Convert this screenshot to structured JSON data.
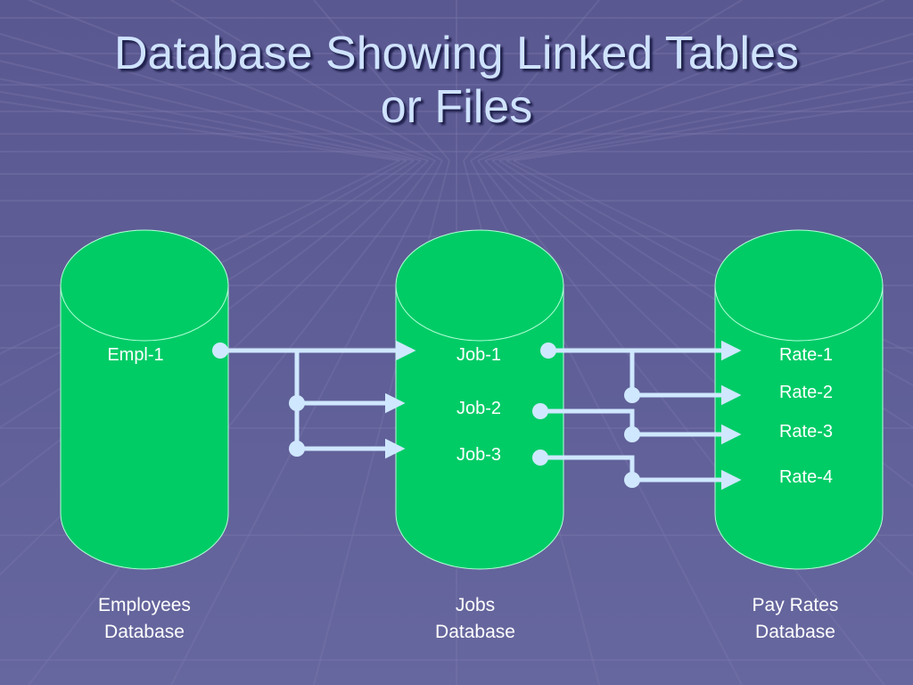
{
  "title": {
    "line1": "Database Showing Linked Tables",
    "line2": "or Files"
  },
  "databases": [
    {
      "label_line1": "Employees",
      "label_line2": "Database",
      "records": [
        "Empl-1"
      ]
    },
    {
      "label_line1": "Jobs",
      "label_line2": "Database",
      "records": [
        "Job-1",
        "Job-2",
        "Job-3"
      ]
    },
    {
      "label_line1": "Pay Rates",
      "label_line2": "Database",
      "records": [
        "Rate-1",
        "Rate-2",
        "Rate-3",
        "Rate-4"
      ]
    }
  ],
  "colors": {
    "background": "#5c5b93",
    "cylinder": "#00cc66",
    "connector": "#cfe8ff",
    "title": "#cfe3ff",
    "text": "#ffffff"
  }
}
